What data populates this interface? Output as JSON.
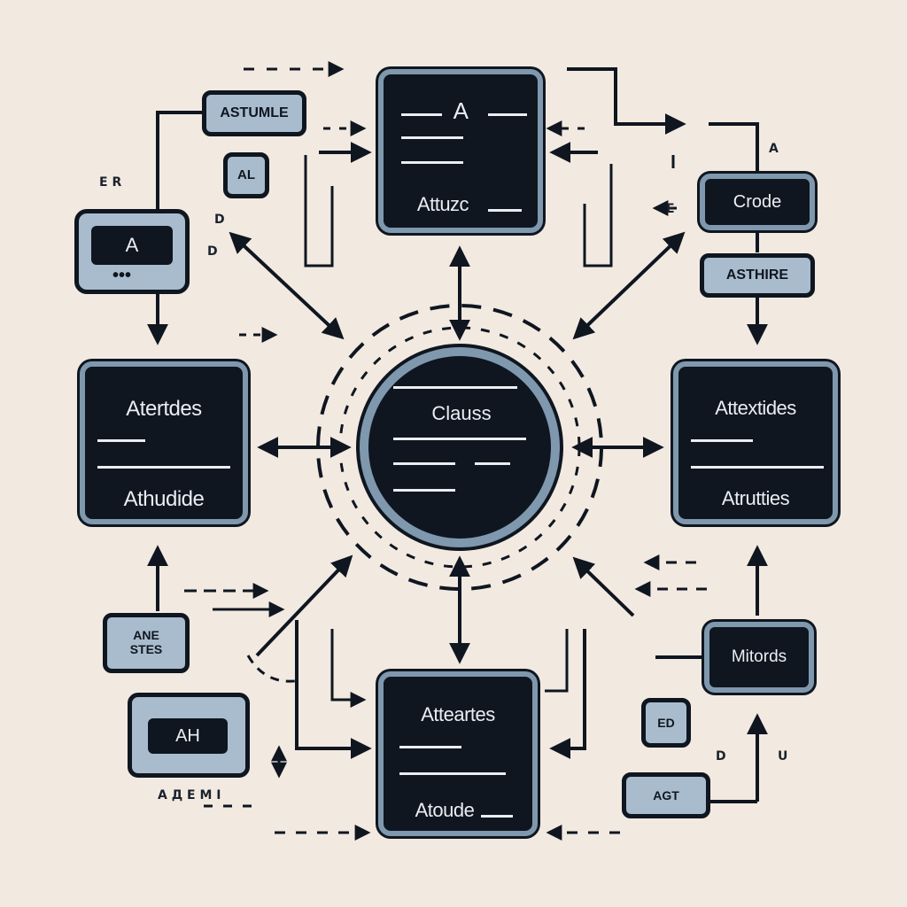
{
  "center": {
    "title": "Clauss"
  },
  "top_box": {
    "letter": "A",
    "footer": "Attuzc"
  },
  "left_box": {
    "title": "Atertdes",
    "footer": "Athudide"
  },
  "right_box": {
    "title": "Attextides",
    "footer": "Atrutties"
  },
  "bottom_box": {
    "title": "Atteartes",
    "footer": "Atoude"
  },
  "chips": {
    "astumle": "ASTUMLE",
    "al": "AL",
    "a_device": "A",
    "crode": "Crode",
    "asthire": "ASTHIRE",
    "ane_stes_1": "ANE",
    "ane_stes_2": "STES",
    "ah": "AH",
    "mitords": "Mitords",
    "ed": "ED",
    "agt": "AGT"
  },
  "labels": {
    "er": "E R",
    "d1": "D",
    "d2": "D",
    "ei": "E",
    "a1": "A",
    "d3": "D",
    "u1": "U",
    "aq_emi": "A Д E M I"
  },
  "colors": {
    "ink": "#0f1620",
    "frame": "#7f98ad",
    "chip": "#a9bccd",
    "bg": "#f2e9e1"
  }
}
